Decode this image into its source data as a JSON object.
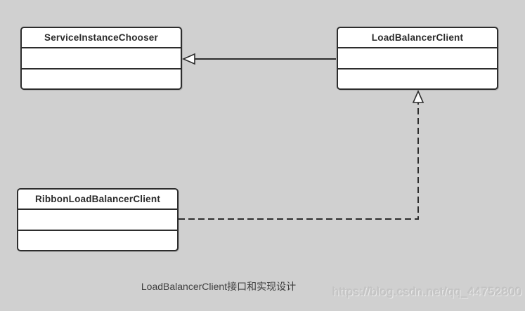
{
  "diagram": {
    "type": "uml-class-diagram",
    "caption": "LoadBalancerClient接口和实现设计",
    "watermark": "https://blog.csdn.net/qq_44752800",
    "classes": [
      {
        "name": "ServiceInstanceChooser",
        "empty_sections": 2
      },
      {
        "name": "LoadBalancerClient",
        "empty_sections": 2
      },
      {
        "name": "RibbonLoadBalancerClient",
        "empty_sections": 2
      }
    ],
    "relations": [
      {
        "from": "LoadBalancerClient",
        "to": "ServiceInstanceChooser",
        "type": "generalization",
        "line": "solid",
        "arrowhead": "hollow-triangle"
      },
      {
        "from": "RibbonLoadBalancerClient",
        "to": "LoadBalancerClient",
        "type": "realization",
        "line": "dashed",
        "arrowhead": "hollow-triangle"
      }
    ],
    "colors": {
      "background": "#d0d0d0",
      "box_fill": "#ffffff",
      "stroke": "#2d2d2d",
      "caption_text": "#3f3f3f",
      "watermark_text": "#c5c5c5"
    }
  }
}
